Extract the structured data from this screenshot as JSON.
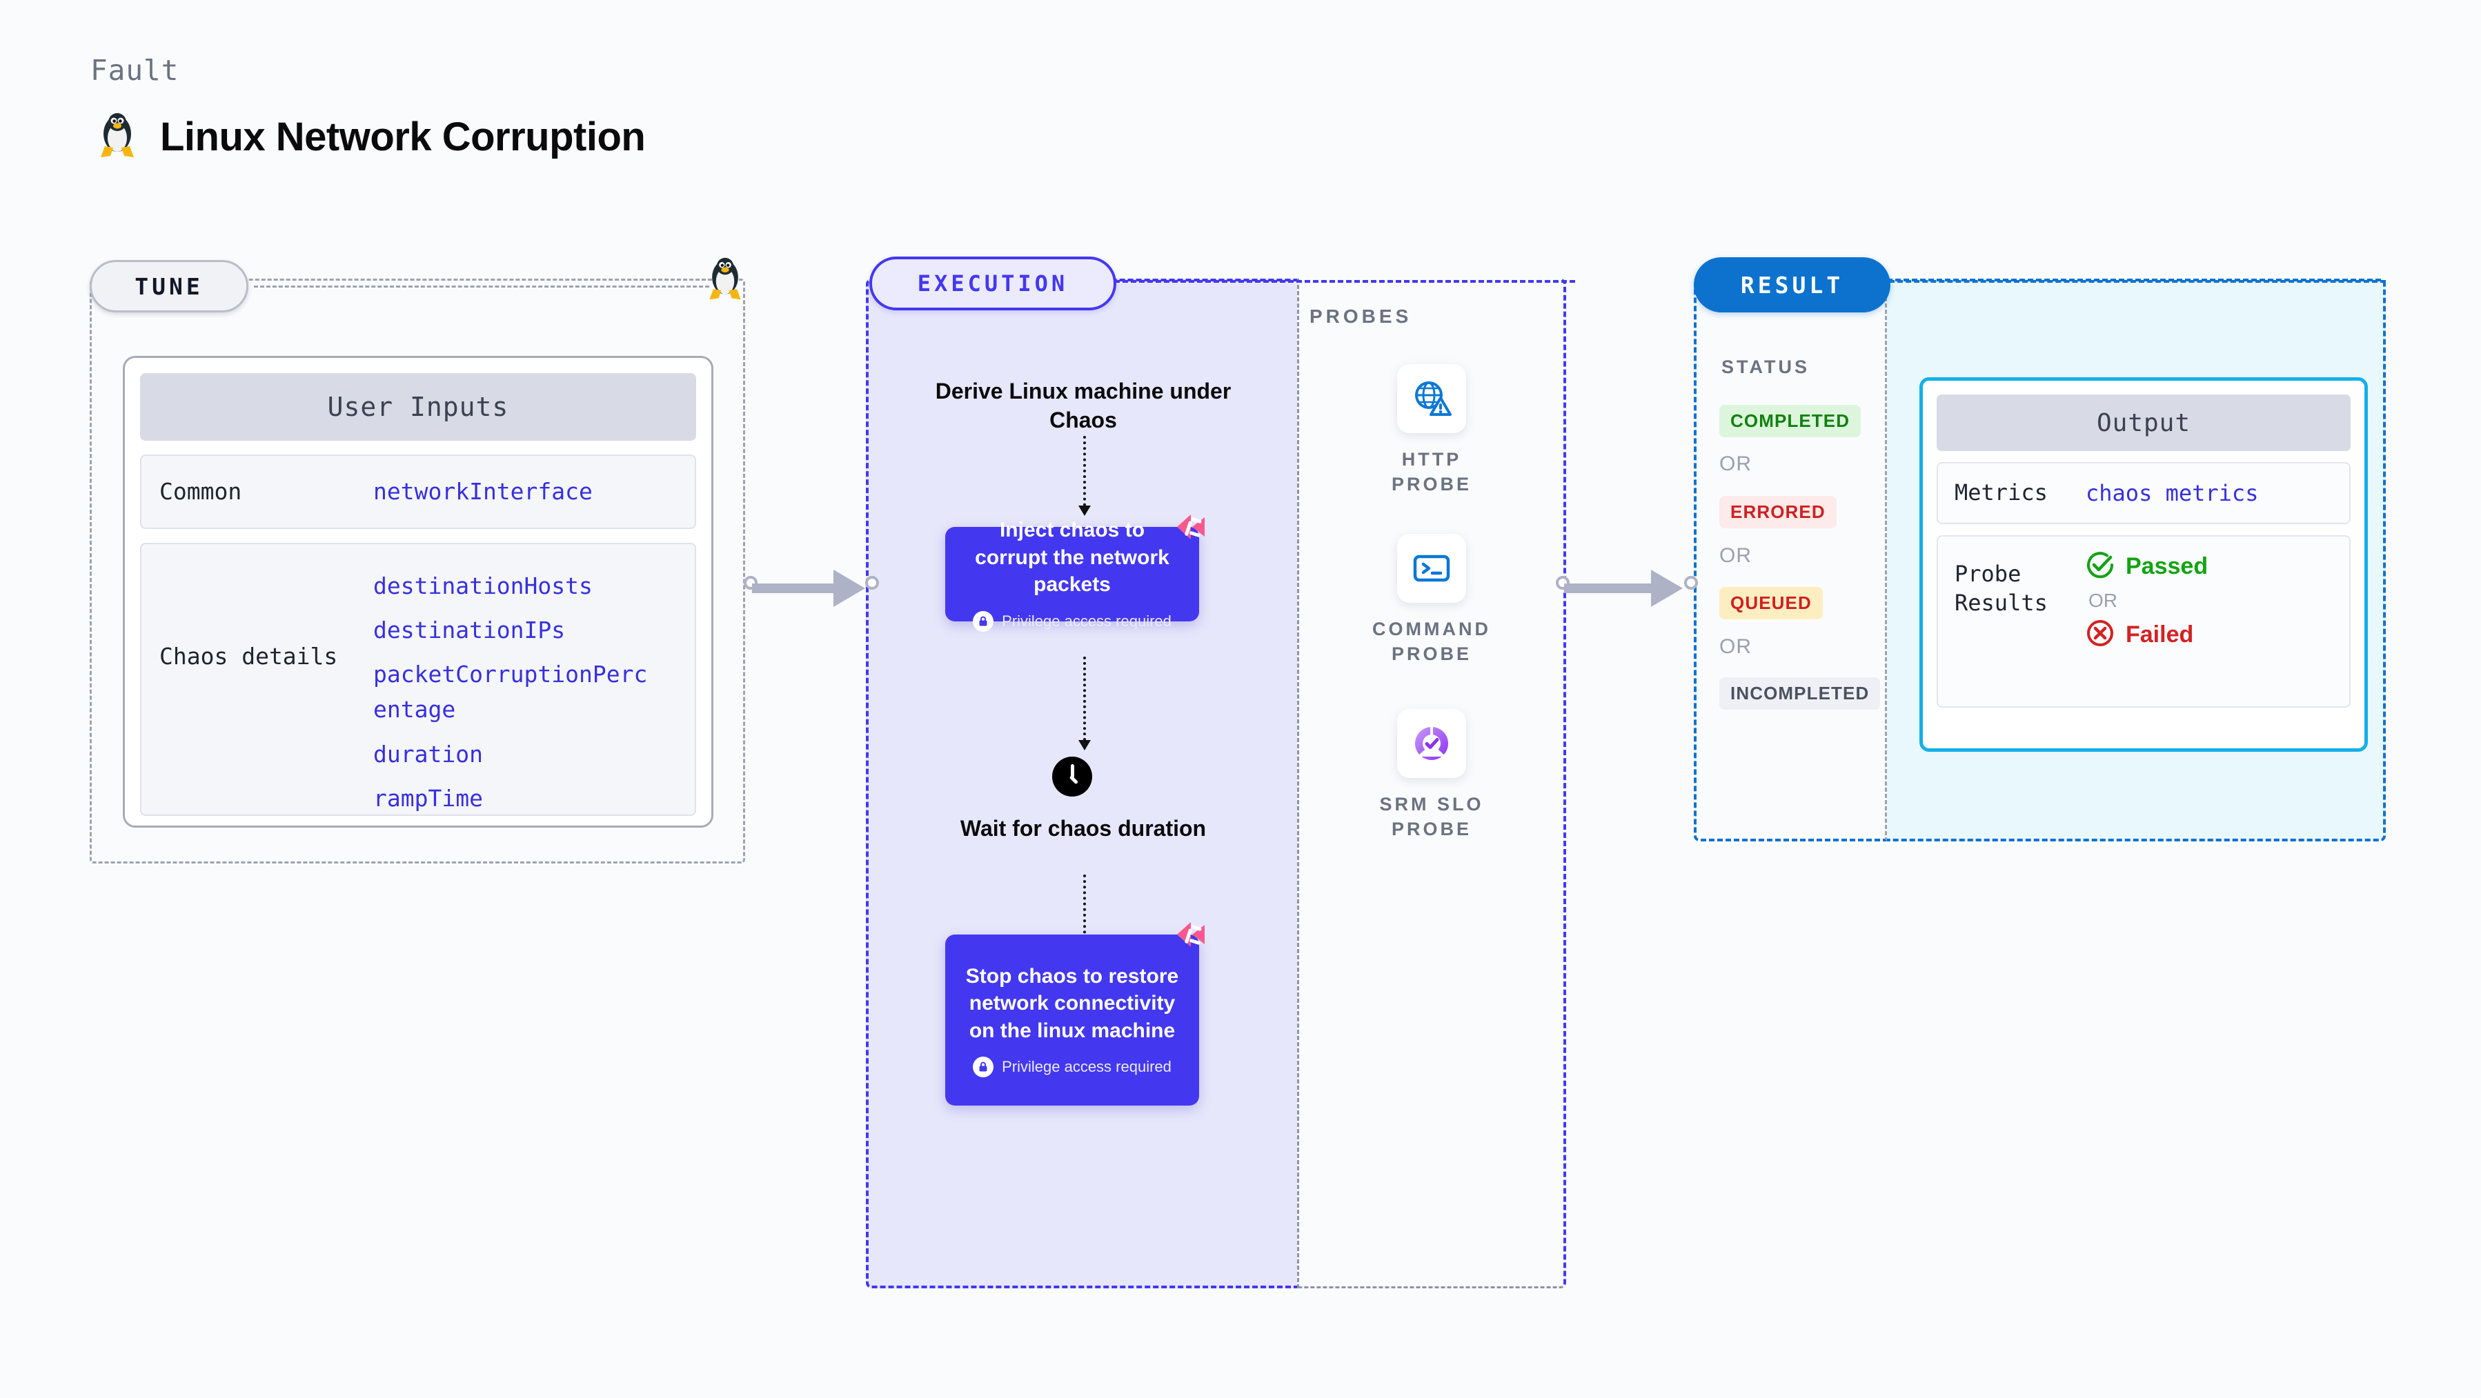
{
  "header": {
    "kicker": "Fault",
    "title": "Linux Network Corruption",
    "icon": "linux-penguin-icon"
  },
  "tune": {
    "pill_label": "TUNE",
    "penguin_icon": "linux-penguin-icon",
    "card": {
      "header": "User Inputs",
      "rows": [
        {
          "label": "Common",
          "values": [
            "networkInterface"
          ]
        },
        {
          "label": "Chaos details",
          "values": [
            "destinationHosts",
            "destinationIPs",
            "packetCorruptionPercentage",
            "duration",
            "rampTime"
          ]
        }
      ]
    }
  },
  "execution": {
    "pill_label": "EXECUTION",
    "steps": [
      {
        "type": "title",
        "text": "Derive Linux machine under Chaos"
      },
      {
        "type": "chaos-box",
        "text": "Inject chaos to corrupt the network packets",
        "privilege": "Privilege access required",
        "mark": "harness-mark-icon"
      },
      {
        "type": "wait",
        "icon": "clock-icon",
        "text": "Wait for chaos duration"
      },
      {
        "type": "chaos-box",
        "text": "Stop chaos to restore network connectivity on the linux machine",
        "privilege": "Privilege access required",
        "mark": "harness-mark-icon"
      }
    ]
  },
  "probes": {
    "label": "PROBES",
    "items": [
      {
        "caption": "HTTP PROBE",
        "icon": "globe-warning-icon"
      },
      {
        "caption": "COMMAND PROBE",
        "icon": "terminal-icon"
      },
      {
        "caption": "SRM SLO PROBE",
        "icon": "slo-donut-check-icon"
      }
    ]
  },
  "result": {
    "pill_label": "RESULT",
    "status_label": "STATUS",
    "or_label": "OR",
    "statuses": [
      {
        "label": "COMPLETED",
        "bg": "#ddf5dd",
        "color": "#10820f"
      },
      {
        "label": "ERRORED",
        "bg": "#fdeaea",
        "color": "#cf2020"
      },
      {
        "label": "QUEUED",
        "bg": "#fdeec2",
        "color": "#cf2020"
      },
      {
        "label": "INCOMPLETED",
        "bg": "#eff0f5",
        "color": "#4b5160"
      }
    ]
  },
  "output": {
    "header": "Output",
    "metrics_label": "Metrics",
    "metrics_value": "chaos metrics",
    "probe_results_label": "Probe Results",
    "passed_label": "Passed",
    "failed_label": "Failed",
    "or_label": "OR",
    "passed_icon": "check-circle-icon",
    "failed_icon": "x-circle-icon"
  },
  "colors": {
    "canvas": "#fafbfd",
    "tune_border": "#9ca3af",
    "execution": "#4338ef",
    "execution_bg": "#e7e7fb",
    "result": "#0d72ce",
    "output_bg": "#e9f8fd",
    "output_border": "#12b0e8",
    "value_text": "#3730dd",
    "harness_pink": "#f9588f"
  }
}
